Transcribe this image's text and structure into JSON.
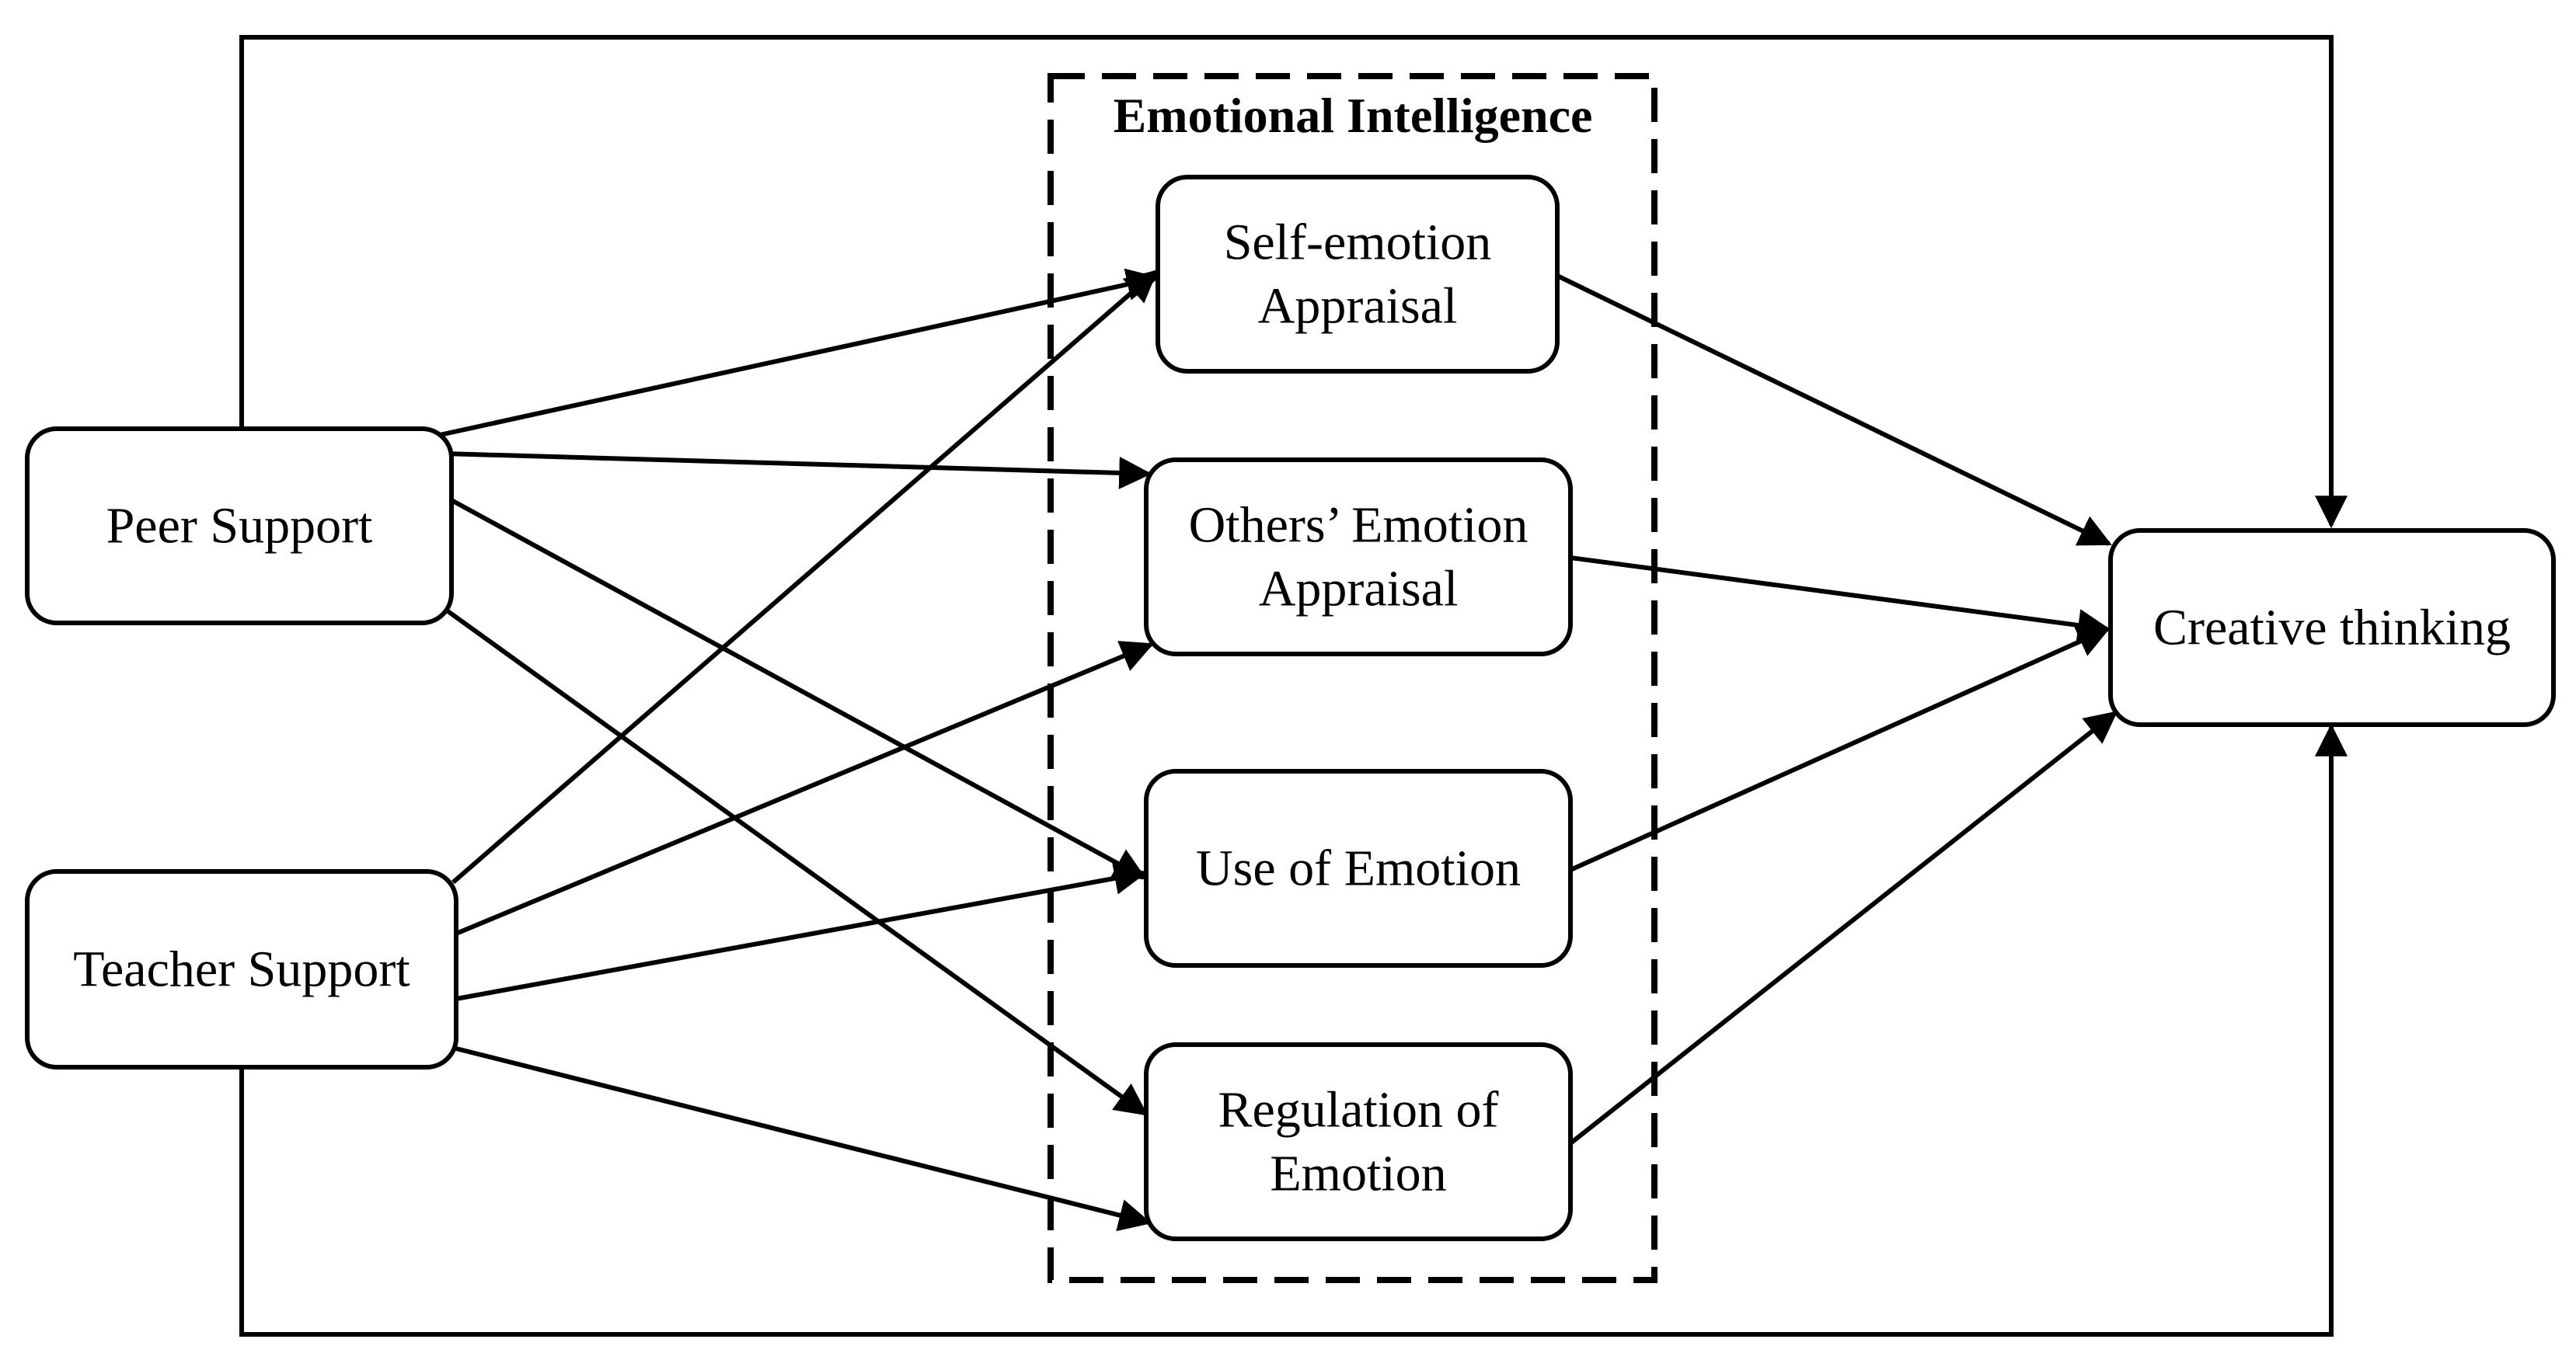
{
  "group": {
    "title": "Emotional Intelligence"
  },
  "nodes": {
    "peer_support": {
      "lines": [
        "Peer Support"
      ]
    },
    "teacher_support": {
      "lines": [
        "Teacher Support"
      ]
    },
    "self_emotion_appraisal": {
      "lines": [
        "Self-emotion",
        "Appraisal"
      ]
    },
    "others_emotion_appraisal": {
      "lines": [
        "Others’ Emotion",
        "Appraisal"
      ]
    },
    "use_of_emotion": {
      "lines": [
        "Use of Emotion"
      ]
    },
    "regulation_of_emotion": {
      "lines": [
        "Regulation of",
        "Emotion"
      ]
    },
    "creative_thinking": {
      "lines": [
        "Creative thinking"
      ]
    }
  },
  "edges": [
    {
      "from": "peer_support",
      "to": "self_emotion_appraisal"
    },
    {
      "from": "peer_support",
      "to": "others_emotion_appraisal"
    },
    {
      "from": "peer_support",
      "to": "use_of_emotion"
    },
    {
      "from": "peer_support",
      "to": "regulation_of_emotion"
    },
    {
      "from": "teacher_support",
      "to": "self_emotion_appraisal"
    },
    {
      "from": "teacher_support",
      "to": "others_emotion_appraisal"
    },
    {
      "from": "teacher_support",
      "to": "use_of_emotion"
    },
    {
      "from": "teacher_support",
      "to": "regulation_of_emotion"
    },
    {
      "from": "self_emotion_appraisal",
      "to": "creative_thinking"
    },
    {
      "from": "others_emotion_appraisal",
      "to": "creative_thinking"
    },
    {
      "from": "use_of_emotion",
      "to": "creative_thinking"
    },
    {
      "from": "regulation_of_emotion",
      "to": "creative_thinking"
    },
    {
      "from": "peer_support",
      "to": "creative_thinking"
    },
    {
      "from": "teacher_support",
      "to": "creative_thinking"
    }
  ]
}
